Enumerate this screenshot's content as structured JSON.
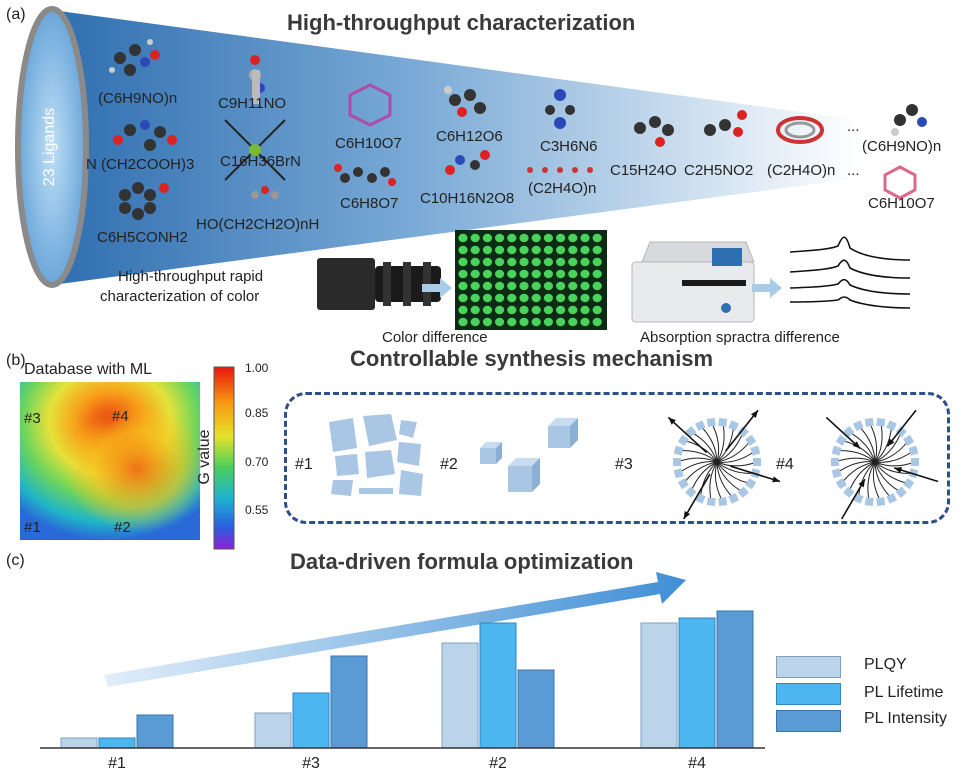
{
  "panel_a": {
    "label": "(a)",
    "title": "High-throughput characterization",
    "cone_label": "23 Ligands",
    "ligands": [
      "(C6H9NO)n",
      "N (CH2COOH)3",
      "C6H5CONH2",
      "C9H11NO",
      "C16H36BrN",
      "HO(CH2CH2O)nH",
      "C6H10O7",
      "C6H8O7",
      "C6H12O6",
      "C10H16N2O8",
      "C3H6N6",
      "(C2H4O)n",
      "C15H24O",
      "C2H5NO2",
      "(C2H4O)n",
      "(C6H9NO)n",
      "C6H10O7"
    ],
    "ellipsis": "...",
    "color_caption_line1": "High-throughput rapid",
    "color_caption_line2": "characterization of color",
    "color_difference": "Color difference",
    "absorption_difference": "Absorption spractra difference"
  },
  "panel_b": {
    "label": "(b)",
    "title": "Controllable synthesis mechanism",
    "heatmap_title": "Database with ML",
    "colorbar_label": "G value",
    "colorbar_ticks": [
      "1.00",
      "0.85",
      "0.70",
      "0.55"
    ],
    "points": [
      "#3",
      "#4",
      "#1",
      "#2"
    ],
    "mechanisms": [
      "#1",
      "#2",
      "#3",
      "#4"
    ]
  },
  "panel_c": {
    "label": "(c)",
    "title": "Data-driven formula optimization",
    "legend": [
      "PLQY",
      "PL Lifetime",
      "PL Intensity"
    ]
  },
  "colors": {
    "cone_dark": "#2f6eb0",
    "plqy": "#bcd4ea",
    "pl_lifetime": "#4db5f0",
    "pl_intensity": "#5b9bd5",
    "dashed_border": "#2d4f8a",
    "particle": "#a9c6e4"
  },
  "chart_data": {
    "type": "bar",
    "categories": [
      "#1",
      "#3",
      "#2",
      "#4"
    ],
    "series": [
      {
        "name": "PLQY",
        "values": [
          10,
          35,
          105,
          125
        ]
      },
      {
        "name": "PL Lifetime",
        "values": [
          10,
          55,
          125,
          130
        ]
      },
      {
        "name": "PL Intensity",
        "values": [
          33,
          92,
          78,
          137
        ]
      }
    ],
    "ylim": [
      0,
      140
    ]
  }
}
